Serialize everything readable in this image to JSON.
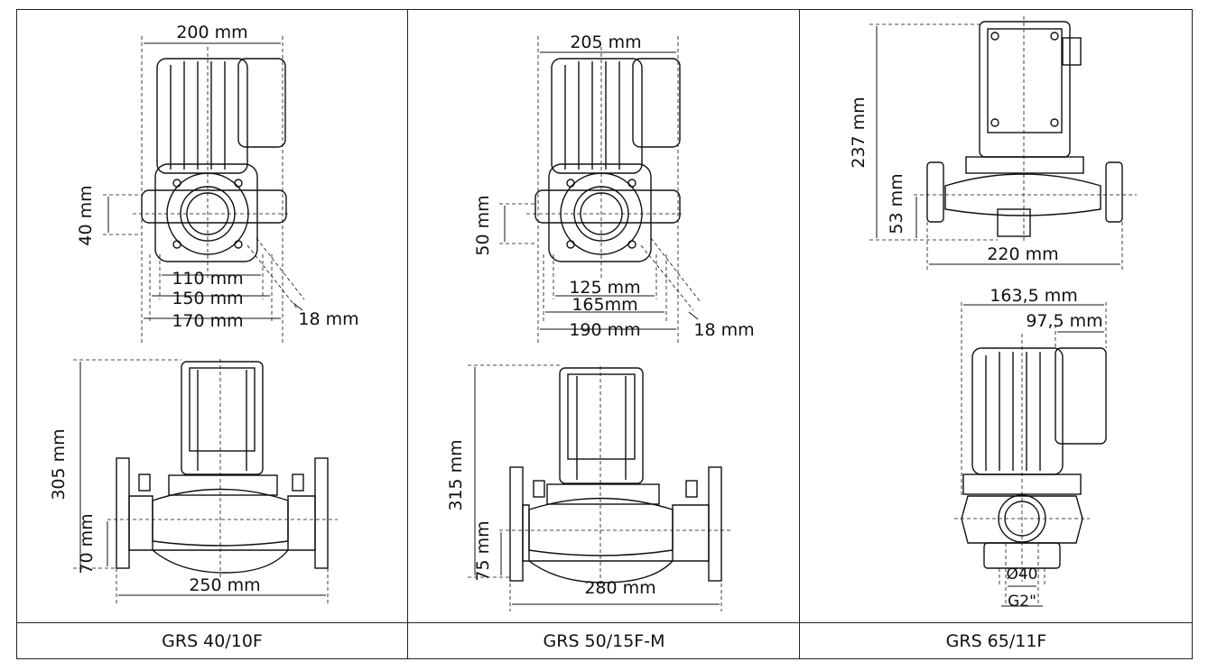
{
  "panels": [
    {
      "model": "GRS 40/10F",
      "front": {
        "overall_width": "200 mm",
        "axis_height": "40 mm",
        "bolt_circle": "110 mm",
        "flange_inner": "150 mm",
        "flange_outer": "170 mm",
        "bolt_hole": "18 mm"
      },
      "side": {
        "total_height": "305 mm",
        "axis_height": "70 mm",
        "length": "250 mm"
      }
    },
    {
      "model": "GRS 50/15F-M",
      "front": {
        "overall_width": "205 mm",
        "axis_height": "50 mm",
        "bolt_circle": "125 mm",
        "flange_inner": "165mm",
        "flange_outer": "190 mm",
        "bolt_hole": "18 mm"
      },
      "side": {
        "total_height": "315 mm",
        "axis_height": "75 mm",
        "length": "280 mm"
      }
    },
    {
      "model": "GRS 65/11F",
      "front": {
        "total_height": "237 mm",
        "axis_height": "53 mm",
        "length": "220 mm"
      },
      "side": {
        "overall_width": "163,5 mm",
        "motor_offset": "97,5 mm",
        "port_diameter": "Ø40",
        "thread": "G2\""
      }
    }
  ]
}
